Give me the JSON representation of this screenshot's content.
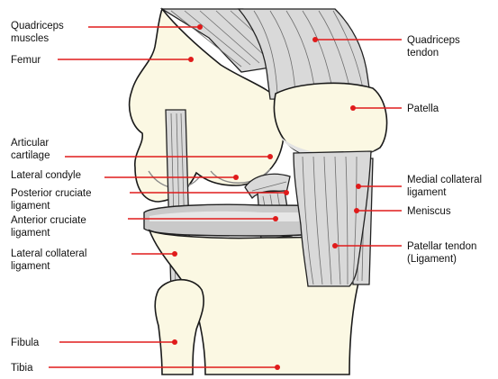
{
  "diagram": {
    "labels": {
      "quadriceps_muscles": [
        "Quadriceps",
        "muscles"
      ],
      "femur": [
        "Femur"
      ],
      "articular_cartilage": [
        "Articular",
        "cartilage"
      ],
      "lateral_condyle": [
        "Lateral condyle"
      ],
      "posterior_cruciate_ligament": [
        "Posterior cruciate",
        "ligament"
      ],
      "anterior_cruciate_ligament": [
        "Anterior cruciate",
        "ligament"
      ],
      "lateral_collateral_ligament": [
        "Lateral collateral",
        "ligament"
      ],
      "fibula": [
        "Fibula"
      ],
      "tibia": [
        "Tibia"
      ],
      "quadriceps_tendon": [
        "Quadriceps",
        "tendon"
      ],
      "patella": [
        "Patella"
      ],
      "medial_collateral_ligament": [
        "Medial collateral",
        "ligament"
      ],
      "meniscus": [
        "Meniscus"
      ],
      "patellar_tendon": [
        "Patellar tendon",
        "(Ligament)"
      ]
    },
    "colors": {
      "leader": "#e01b1b",
      "bone": "#fbf8e3",
      "ligament": "#d9d9d9",
      "outline": "#1a1a1a"
    }
  }
}
